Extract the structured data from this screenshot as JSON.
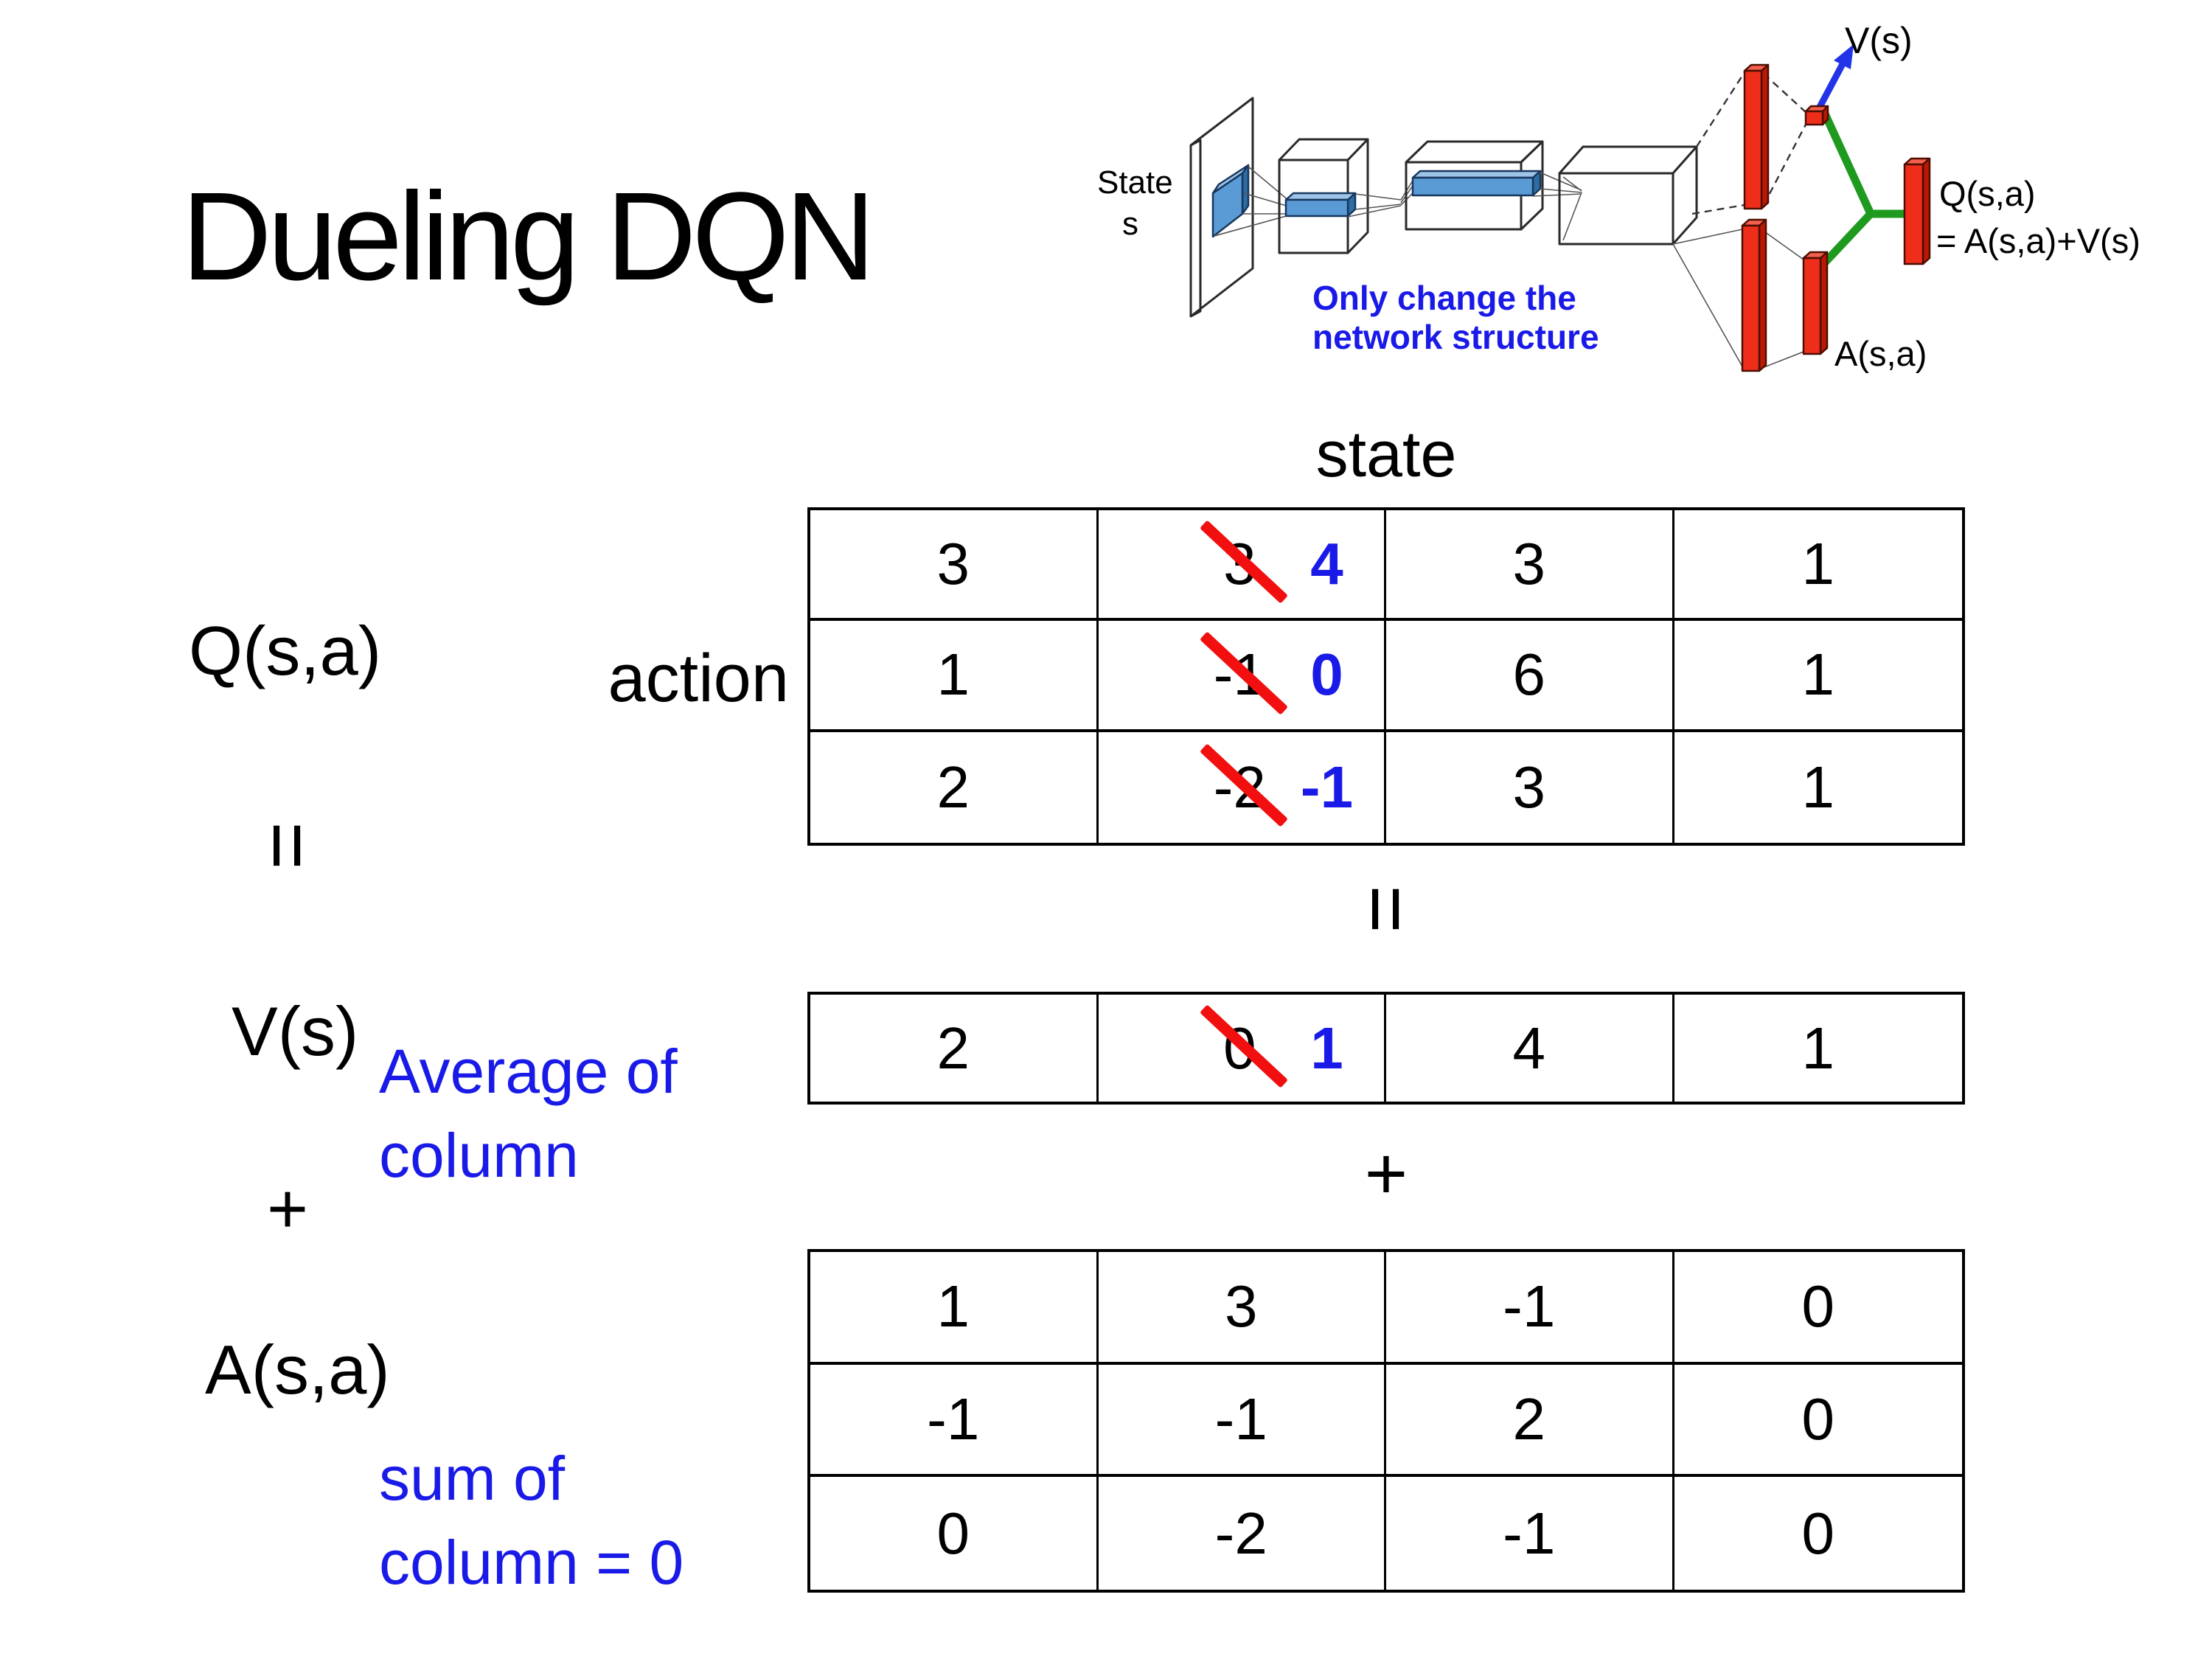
{
  "title": "Dueling DQN",
  "colors": {
    "background": "#ffffff",
    "ink": "#000000",
    "blue_accent": "#1a1ae8",
    "red_accent": "#f10f0f",
    "table_border": "#000000",
    "conv_fill": "#5b9bd5",
    "conv_fill_light": "#9dc3e6",
    "conv_fill_dark": "#2e6da4",
    "conv_outline": "#17375e",
    "fc_fill": "#ee2e1b",
    "fc_fill_light": "#f4604d",
    "fc_fill_dark": "#bb1804",
    "fc_outline": "#4d0d00",
    "green_connector": "#1e9a1e",
    "arrow_blue": "#2233e8",
    "box_outline": "#2a2a2a",
    "thin_line": "#555555"
  },
  "diagram": {
    "state_line1": "State",
    "state_line2": "s",
    "v_output_label": "V(s)",
    "q_output_line1": "Q(s,a)",
    "q_output_line2": "= A(s,a)+V(s)",
    "a_output_label": "A(s,a)",
    "note_line1": "Only change the",
    "note_line2": "network structure"
  },
  "equation": {
    "q_label": "Q(s,a)",
    "action_label": "action",
    "state_label": "state",
    "equals_sign": "=",
    "plus_sign": "+",
    "v_label": "V(s)",
    "a_label": "A(s,a)",
    "average_note_line1": "Average of",
    "average_note_line2": "column",
    "sum_note_line1": "sum of",
    "sum_note_line2": "column = 0"
  },
  "tables": {
    "q": {
      "name": "q-table",
      "rows": [
        [
          {
            "v": "3"
          },
          {
            "old": "3",
            "new": "4"
          },
          {
            "v": "3"
          },
          {
            "v": "1"
          }
        ],
        [
          {
            "v": "1"
          },
          {
            "old": "-1",
            "new": "0"
          },
          {
            "v": "6"
          },
          {
            "v": "1"
          }
        ],
        [
          {
            "v": "2"
          },
          {
            "old": "-2",
            "new": "-1"
          },
          {
            "v": "3"
          },
          {
            "v": "1"
          }
        ]
      ]
    },
    "v": {
      "name": "v-table",
      "rows": [
        [
          {
            "v": "2"
          },
          {
            "old": "0",
            "new": "1"
          },
          {
            "v": "4"
          },
          {
            "v": "1"
          }
        ]
      ]
    },
    "a": {
      "name": "a-table",
      "rows": [
        [
          {
            "v": "1"
          },
          {
            "v": "3"
          },
          {
            "v": "-1"
          },
          {
            "v": "0"
          }
        ],
        [
          {
            "v": "-1"
          },
          {
            "v": "-1"
          },
          {
            "v": "2"
          },
          {
            "v": "0"
          }
        ],
        [
          {
            "v": "0"
          },
          {
            "v": "-2"
          },
          {
            "v": "-1"
          },
          {
            "v": "0"
          }
        ]
      ]
    }
  }
}
